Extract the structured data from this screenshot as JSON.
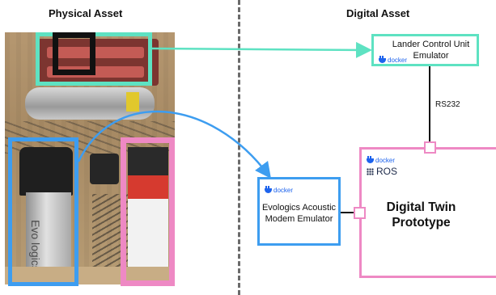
{
  "headings": {
    "physical": "Physical Asset",
    "digital": "Digital Asset"
  },
  "physical_photo": {
    "modem_printed_text": "Evo logics"
  },
  "digital": {
    "lander": {
      "title": "Lander Control Unit Emulator",
      "platform_icon": "docker-icon",
      "platform_label": "docker",
      "border_color": "#5ee2c2"
    },
    "modem": {
      "title": "Evologics Acoustic Modem Emulator",
      "platform_icon": "docker-icon",
      "platform_label": "docker",
      "border_color": "#3d9df0"
    },
    "twin": {
      "title": "Digital Twin Prototype",
      "platform_icon": "docker-icon",
      "platform_label": "docker",
      "middleware_icon": "ros-icon",
      "middleware_label": "ROS",
      "border_color": "#ee89c4"
    },
    "link_label": "RS232"
  },
  "colors": {
    "teal": "#5ee2c2",
    "blue": "#3d9df0",
    "pink": "#ee89c4",
    "docker_blue": "#1d63ed"
  }
}
